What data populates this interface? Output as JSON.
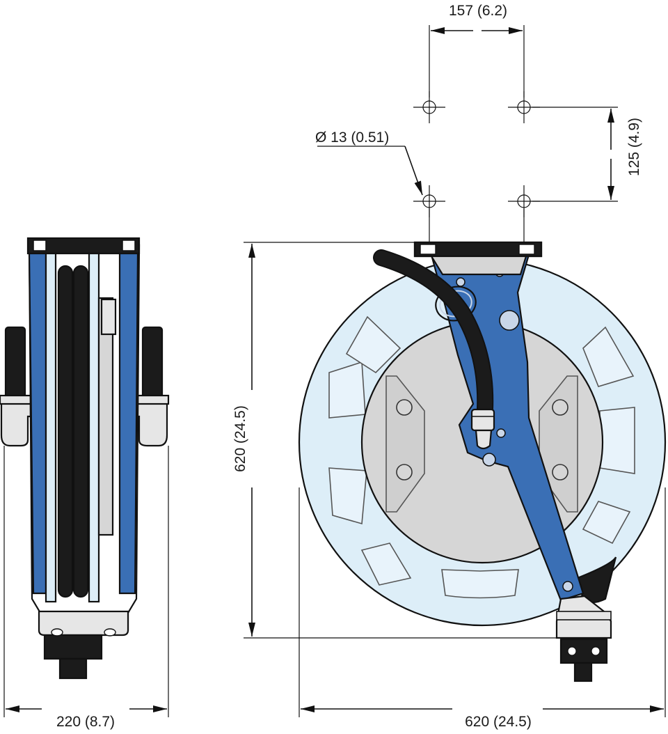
{
  "dimensions": {
    "hole_spacing_h": "157 (6.2)",
    "hole_spacing_v": "125 (4.9)",
    "hole_diameter": "Ø 13 (0.51)",
    "overall_height": "620 (24.5)",
    "overall_width": "620 (24.5)",
    "depth": "220 (8.7)"
  },
  "colors": {
    "bracket_blue": "#3a6fb5",
    "drum_light_blue": "#ddeef8",
    "hub_grey": "#d6d6d6",
    "hose_black": "#1b1b1b",
    "metal_light": "#e6e6e6",
    "line": "#111111"
  }
}
